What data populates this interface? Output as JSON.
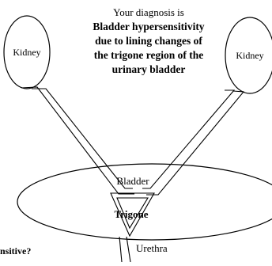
{
  "diagnosis": {
    "intro": "Your diagnosis is",
    "lines": [
      "Bladder hypersensitivity",
      "due to lining changes of",
      "the trigone region of the",
      "urinary bladder"
    ]
  },
  "labels": {
    "kidney_left": "Kidney",
    "kidney_right": "Kidney",
    "bladder": "Bladder",
    "trigone": "Trigone",
    "urethra": "Urethra"
  },
  "question_fragment": "nsitive?"
}
